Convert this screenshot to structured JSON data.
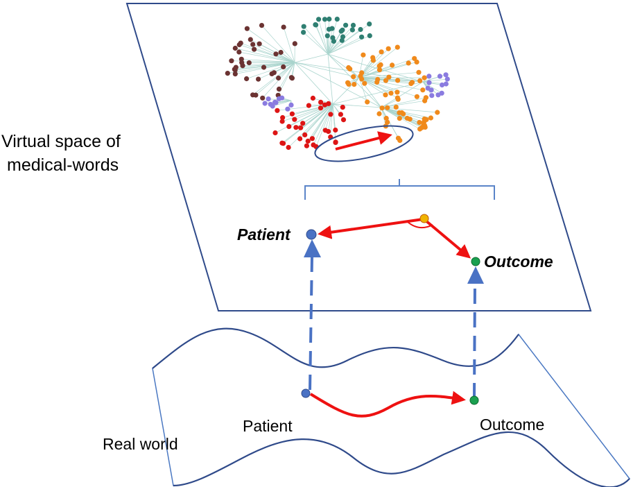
{
  "labels": {
    "virtual_space_line1": "Virtual space of",
    "virtual_space_line2": "medical-words",
    "virtual_patient": "Patient",
    "virtual_outcome": "Outcome",
    "real_patient": "Patient",
    "real_outcome": "Outcome",
    "real_world": "Real world"
  },
  "colors": {
    "plane_stroke": "#2f4a8a",
    "real_plane_stroke": "#4a78c2",
    "arrow": "#ee1111",
    "dashed_link": "#4a72c4",
    "patient_node": "#4a72c4",
    "outcome_node": "#1aa050",
    "word_node": "#f0b400",
    "cluster_brown": "#6b3332",
    "cluster_teal": "#2f7f72",
    "cluster_orange": "#f08a1c",
    "cluster_purple": "#8a7be0",
    "cluster_red": "#dd1515",
    "edge": "#a9d4cd"
  },
  "icons": {
    "network": "word-embedding-network",
    "nodes": "circle-node",
    "links": "dashed-arrow-up"
  }
}
